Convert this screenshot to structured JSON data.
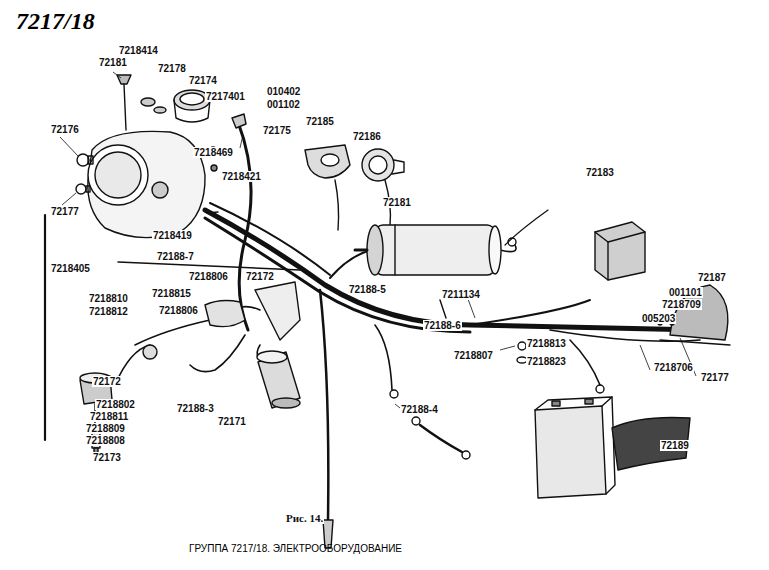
{
  "diagram": {
    "title": "7217/18",
    "caption": "ГРУППА 7217/18. ЭЛЕКТРООБОРУДОВАНИЕ",
    "labels": [
      "72181",
      "7218414",
      "72178",
      "72174",
      "7217401",
      "010402",
      "001102",
      "72175",
      "72185",
      "72186",
      "72176",
      "7218469",
      "7218421",
      "72177",
      "7218419",
      "7218405",
      "72188-7",
      "7218806",
      "72172",
      "72181",
      "72183",
      "72187",
      "001101",
      "7218709",
      "005203",
      "72188-5",
      "7211134",
      "72188-6",
      "7218810",
      "7218812",
      "7218815",
      "7218806",
      "7218813",
      "7218807",
      "7218823",
      "7218706",
      "72177",
      "72172",
      "7218802",
      "7218811",
      "7218809",
      "7218808",
      "72173",
      "72188-3",
      "72171",
      "72188-4",
      "72189",
      "Рис. 14."
    ]
  }
}
